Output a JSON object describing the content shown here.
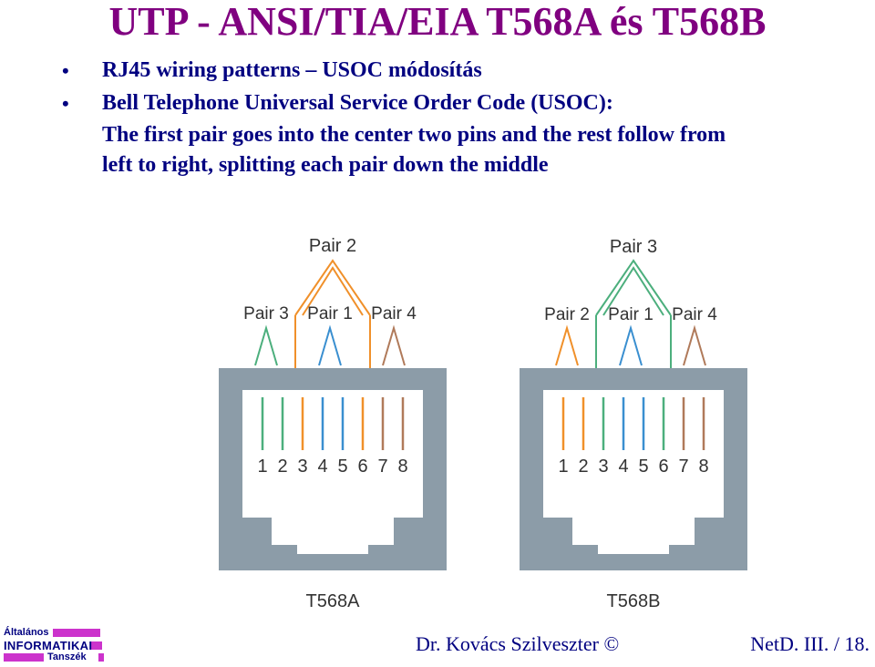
{
  "title": "UTP - ANSI/TIA/EIA T568A és T568B",
  "bullets": [
    {
      "text": "RJ45 wiring patterns – USOC módosítás"
    },
    {
      "text": "Bell Telephone Universal Service Order Code (USOC):",
      "continuation": [
        "The first pair goes into the center two pins and the rest follow from",
        "left to right, splitting each pair down the middle"
      ]
    }
  ],
  "diagram": {
    "connectors": [
      {
        "name": "T568A",
        "top_pair": "Pair 2",
        "middle_pairs": [
          "Pair 3",
          "Pair 1",
          "Pair 4"
        ],
        "pins": [
          "1",
          "2",
          "3",
          "4",
          "5",
          "6",
          "7",
          "8"
        ]
      },
      {
        "name": "T568B",
        "top_pair": "Pair 3",
        "middle_pairs": [
          "Pair 2",
          "Pair 1",
          "Pair 4"
        ],
        "pins": [
          "1",
          "2",
          "3",
          "4",
          "5",
          "6",
          "7",
          "8"
        ]
      }
    ],
    "colors": {
      "green": "#4caf7d",
      "orange": "#f0902a",
      "blue": "#3a8fd0",
      "brown": "#b07a5a",
      "jack": "#8c9ca8"
    }
  },
  "footer": {
    "logo_line1": "Általános",
    "logo_line2": "INFORMATIKAI",
    "logo_line3": "Tanszék",
    "author": "Dr. Kovács Szilveszter ©",
    "page": "NetD. III. / 18."
  }
}
